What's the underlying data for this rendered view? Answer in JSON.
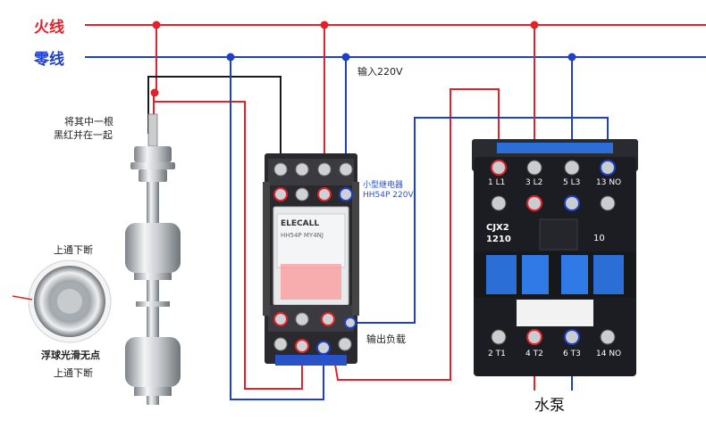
{
  "lines": {
    "live_label": "火线",
    "neutral_label": "零线"
  },
  "colors": {
    "live": "#e2222a",
    "neutral": "#1f3fc8",
    "black_wire": "#1a1a1a",
    "contactor_body": "#1c1d22",
    "contactor_accent": "#2b6fd6"
  },
  "annotations": {
    "input_220v": "输入220V",
    "join_note_line1": "将其中一根",
    "join_note_line2": "黑红并在一起",
    "float_top_label": "上通下断",
    "float_bottom_label": "上通下断",
    "float_ball_note": "浮球光滑无点",
    "relay_name": "小型继电器",
    "relay_model": "HH54P 220V",
    "output_load": "输出负载",
    "water_pump": "水泵"
  },
  "relay": {
    "brand": "ELECALL",
    "model_text": "HH54P MY4NJ"
  },
  "contactor": {
    "model_line1": "CJX2",
    "model_line2": "1210",
    "side_label": "10",
    "top_terminals": [
      "1 L1",
      "3 L2",
      "5 L3",
      "13 NO"
    ],
    "bottom_terminals": [
      "2 T1",
      "4 T2",
      "6 T3",
      "14 NO"
    ]
  }
}
